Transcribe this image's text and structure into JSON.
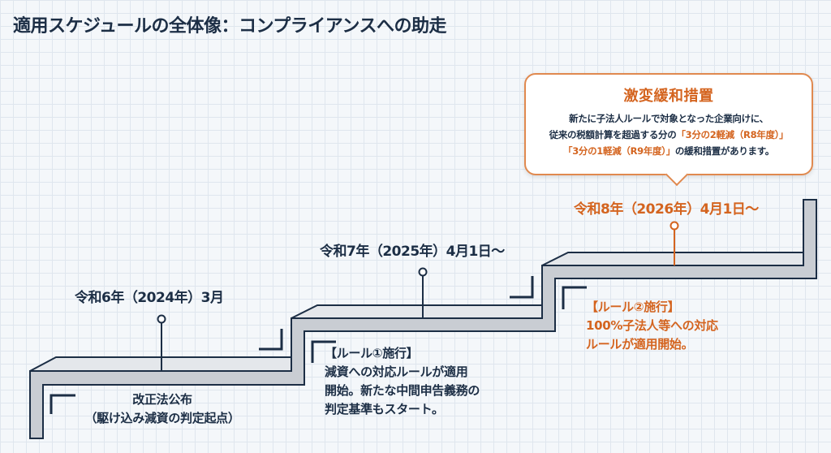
{
  "title": "適用スケジュールの全体像：コンプライアンスへの助走",
  "colors": {
    "navy": "#1c2e45",
    "orange": "#d4641f",
    "stair_gray": "#c9cdd3",
    "stair_top": "#e4e7eb",
    "grid": "#dfe6ee"
  },
  "milestones": [
    {
      "date": "令和6年（2024年）3月",
      "description_lines": [
        "改正法公布",
        "（駆け込み減資の判定起点）"
      ],
      "accent": "navy"
    },
    {
      "date": "令和7年（2025年）4月1日～",
      "description_lines": [
        "【ルール①施行】",
        "減資への対応ルールが適用",
        "開始。新たな中間申告義務の",
        "判定基準もスタート。"
      ],
      "accent": "navy"
    },
    {
      "date": "令和8年（2026年）4月1日～",
      "description_lines": [
        "【ルール②施行】",
        "100%子法人等への対応",
        "ルールが適用開始。"
      ],
      "accent": "orange"
    }
  ],
  "callout": {
    "title": "激変緩和措置",
    "line1": "新たに子法人ルールで対象となった企業向けに、",
    "line2_prefix": "従来の税額計算を超過する分の",
    "line2_highlight": "「3分の2軽減（R8年度）」",
    "line3_highlight": "「3分の1軽減（R9年度）」",
    "line3_suffix": "の緩和措置があります。"
  }
}
